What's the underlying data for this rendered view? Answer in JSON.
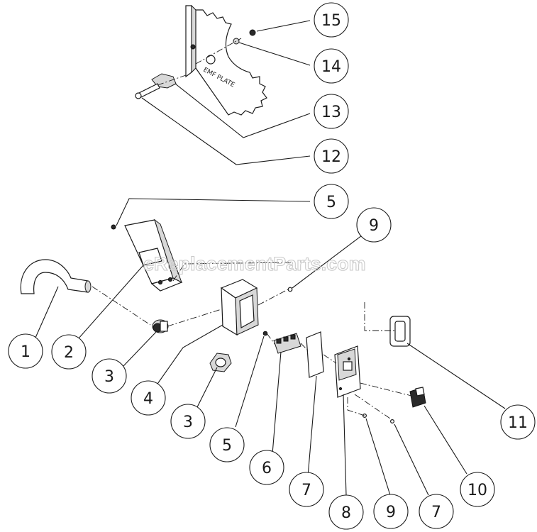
{
  "plate_label": "EMF PLATE",
  "watermark": "eReplacementParts.com",
  "callouts": [
    "15",
    "14",
    "13",
    "12",
    "5",
    "9",
    "1",
    "2",
    "3",
    "4",
    "3",
    "5",
    "6",
    "7",
    "8",
    "9",
    "7",
    "10",
    "11"
  ]
}
